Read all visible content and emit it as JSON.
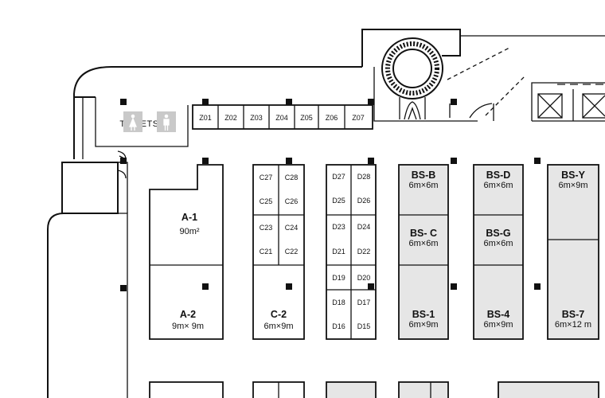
{
  "facilities": {
    "toilets": "TOILETS"
  },
  "zone_z": [
    "Z01",
    "Z02",
    "Z03",
    "Z04",
    "Z05",
    "Z06",
    "Z07"
  ],
  "column_c": [
    [
      "C27",
      "C28"
    ],
    [
      "C25",
      "C26"
    ],
    [
      "C23",
      "C24"
    ],
    [
      "C21",
      "C22"
    ]
  ],
  "column_d": [
    [
      "D27",
      "D28"
    ],
    [
      "D25",
      "D26"
    ],
    [
      "D23",
      "D24"
    ],
    [
      "D21",
      "D22"
    ],
    [
      "D19",
      "D20"
    ],
    [
      "D18",
      "D17"
    ],
    [
      "D16",
      "D15"
    ]
  ],
  "booths": {
    "a1": {
      "name": "A-1",
      "size": "90m²"
    },
    "a2": {
      "name": "A-2",
      "size": "9m× 9m"
    },
    "c2": {
      "name": "C-2",
      "size": "6m×9m"
    },
    "bsb": {
      "name": "BS-B",
      "size": "6m×6m"
    },
    "bsc": {
      "name": "BS- C",
      "size": "6m×6m"
    },
    "bs1": {
      "name": "BS-1",
      "size": "6m×9m"
    },
    "bsd": {
      "name": "BS-D",
      "size": "6m×6m"
    },
    "bsg": {
      "name": "BS-G",
      "size": "6m×6m"
    },
    "bs4": {
      "name": "BS-4",
      "size": "6m×9m"
    },
    "bsy": {
      "name": "BS-Y",
      "size": "6m×9m"
    },
    "bs7": {
      "name": "BS-7",
      "size": "6m×12 m"
    }
  }
}
